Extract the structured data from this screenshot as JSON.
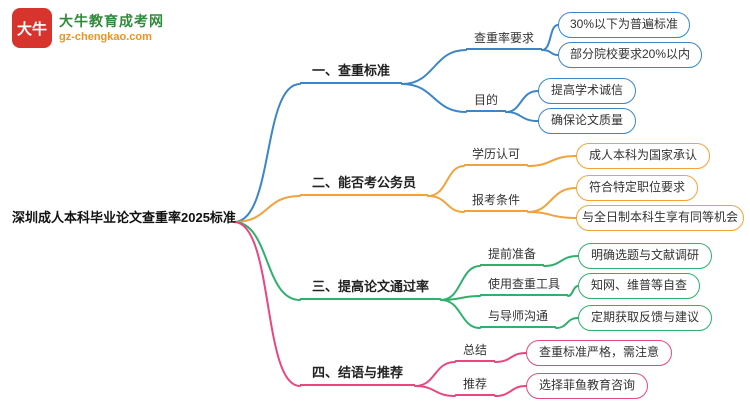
{
  "colors": {
    "branch1_blue": "#3a86c8",
    "branch2_orange": "#f2a33c",
    "branch3_green": "#2fb16d",
    "branch4_pink": "#ea4680",
    "logo_red": "#d7342e",
    "logo_green": "#2e8b3a",
    "logo_orange": "#f0931f"
  },
  "logo": {
    "icon_text": "大牛",
    "site_name": "大牛教育成考网",
    "site_url": "gz-chengkao.com"
  },
  "root": {
    "label": "深圳成人本科毕业论文查重率2025标准"
  },
  "branches": [
    {
      "title": "一、查重标准",
      "children": [
        {
          "label": "查重率要求",
          "leaves": [
            "30%以下为普遍标准",
            "部分院校要求20%以内"
          ]
        },
        {
          "label": "目的",
          "leaves": [
            "提高学术诚信",
            "确保论文质量"
          ]
        }
      ]
    },
    {
      "title": "二、能否考公务员",
      "children": [
        {
          "label": "学历认可",
          "leaves": [
            "成人本科为国家承认"
          ]
        },
        {
          "label": "报考条件",
          "leaves": [
            "符合特定职位要求",
            "与全日制本科生享有同等机会"
          ]
        }
      ]
    },
    {
      "title": "三、提高论文通过率",
      "children": [
        {
          "label": "提前准备",
          "leaves": [
            "明确选题与文献调研"
          ]
        },
        {
          "label": "使用查重工具",
          "leaves": [
            "知网、维普等自查"
          ]
        },
        {
          "label": "与导师沟通",
          "leaves": [
            "定期获取反馈与建议"
          ]
        }
      ]
    },
    {
      "title": "四、结语与推荐",
      "children": [
        {
          "label": "总结",
          "leaves": [
            "查重标准严格，需注意"
          ]
        },
        {
          "label": "推荐",
          "leaves": [
            "选择菲鱼教育咨询"
          ]
        }
      ]
    }
  ]
}
